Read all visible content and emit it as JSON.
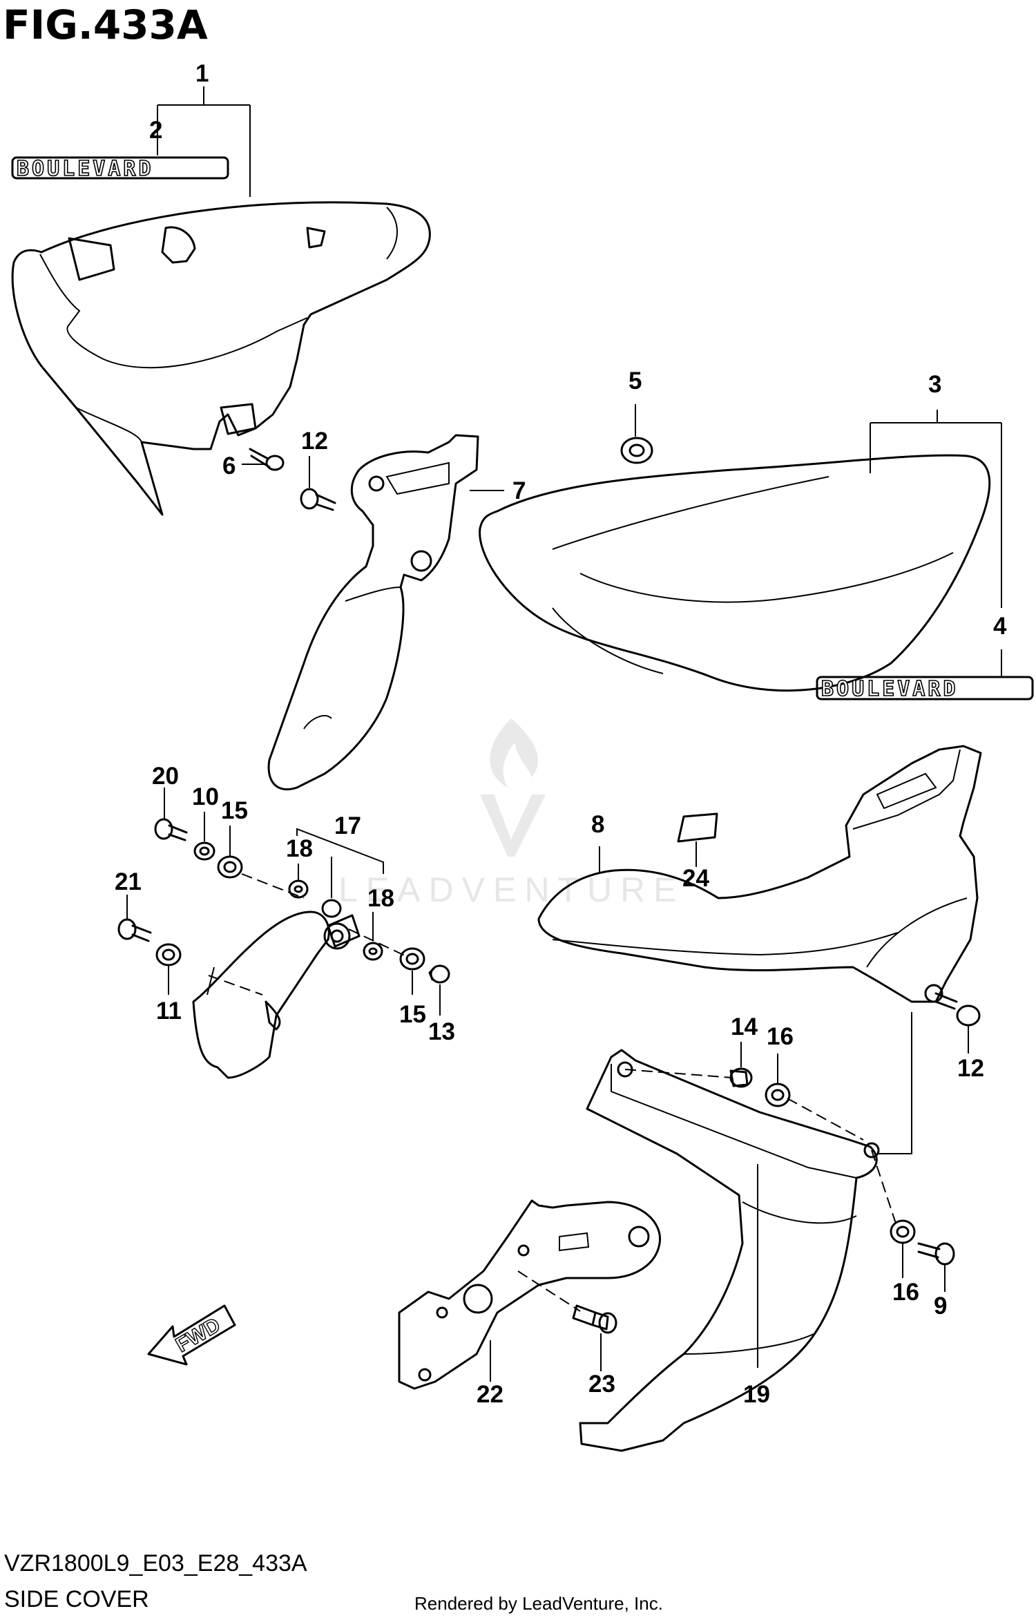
{
  "figure": {
    "title": "FIG.433A",
    "model_code": "VZR1800L9_E03_E28_433A",
    "section_name": "SIDE COVER",
    "footer": "Rendered by LeadVenture, Inc.",
    "watermark": "LEADVENTURE",
    "badge_text": "BOULEVARD",
    "direction_label": "FWD"
  },
  "callouts": [
    "1",
    "2",
    "3",
    "4",
    "5",
    "6",
    "7",
    "8",
    "9",
    "10",
    "11",
    "12",
    "13",
    "14",
    "15",
    "16",
    "17",
    "18",
    "19",
    "20",
    "21",
    "22",
    "23",
    "24",
    "12",
    "15",
    "16",
    "18"
  ]
}
